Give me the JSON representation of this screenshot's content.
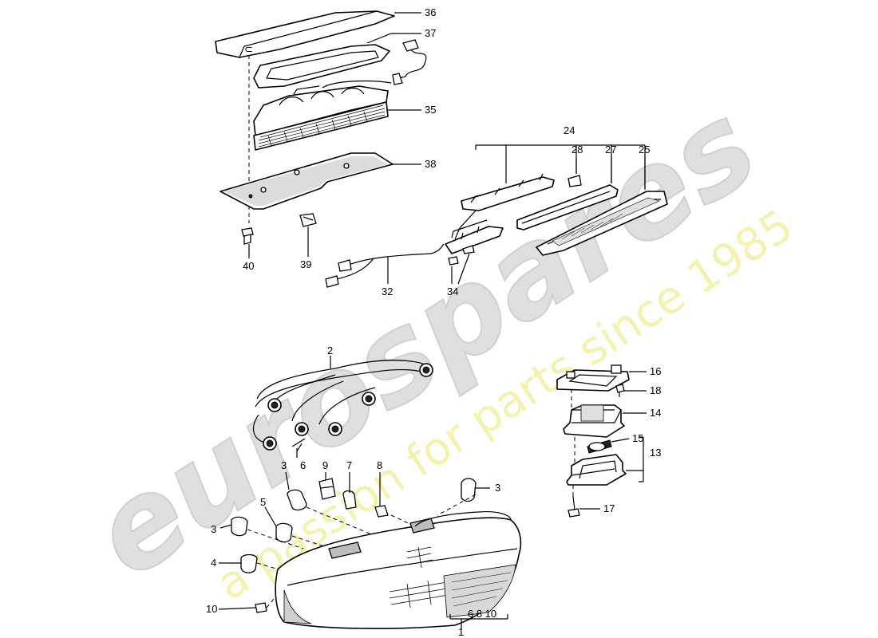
{
  "diagram": {
    "labels": {
      "l1": "1",
      "l2": "2",
      "l3a": "3",
      "l3b": "3",
      "l3c": "3",
      "l4": "4",
      "l5": "5",
      "l6": "6",
      "l7": "7",
      "l8": "8",
      "l9": "9",
      "l10": "10",
      "l13": "13",
      "l14": "14",
      "l15": "15",
      "l16": "16",
      "l17": "17",
      "l18": "18",
      "l24": "24",
      "l25": "25",
      "l27": "27",
      "l28": "28",
      "l32": "32",
      "l34": "34",
      "l35": "35",
      "l36": "36",
      "l37": "37",
      "l38": "38",
      "l39": "39",
      "l40": "40",
      "group1": "6 8 10"
    }
  },
  "watermark": {
    "brand": "eurospares",
    "tagline": "a passion for parts since 1985",
    "brand_color": "#d9d9d9",
    "tagline_color": "#f2ee9a"
  }
}
